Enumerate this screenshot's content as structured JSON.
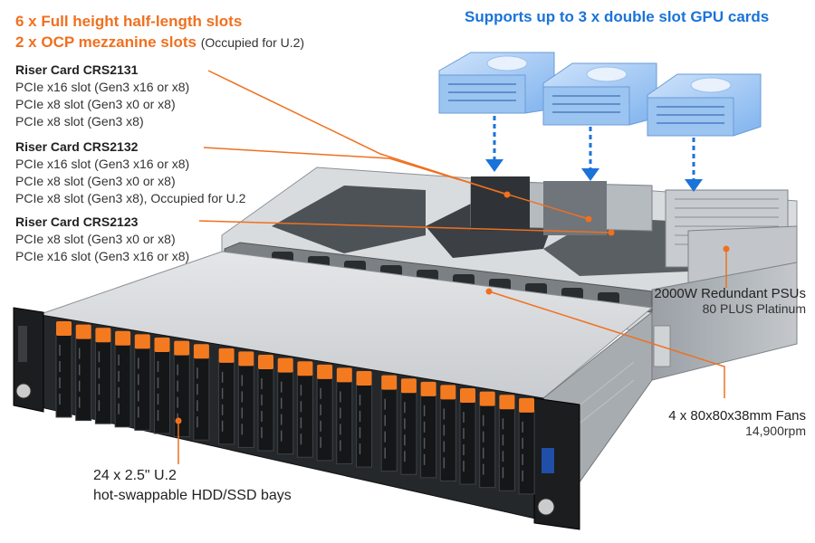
{
  "header": {
    "slots_line": "6 x Full height half-length slots",
    "ocp_line": "2 x OCP mezzanine slots",
    "ocp_note": "(Occupied for U.2)",
    "gpu_line": "Supports up to 3 x double slot GPU cards"
  },
  "risers": [
    {
      "name": "Riser Card CRS2131",
      "lines": [
        "PCIe x16 slot (Gen3 x16 or x8)",
        "PCIe x8 slot (Gen3 x0 or x8)",
        "PCIe x8 slot (Gen3 x8)"
      ]
    },
    {
      "name": "Riser Card CRS2132",
      "lines": [
        "PCIe x16 slot (Gen3 x16 or x8)",
        "PCIe x8 slot (Gen3 x0 or x8)",
        "PCIe x8 slot (Gen3 x8), Occupied for U.2"
      ]
    },
    {
      "name": "Riser Card CRS2123",
      "lines": [
        "PCIe x8 slot (Gen3 x0 or x8)",
        "PCIe x16 slot (Gen3 x16 or x8)"
      ]
    }
  ],
  "psu": {
    "title": "2000W Redundant PSUs",
    "sub": "80 PLUS Platinum"
  },
  "fans": {
    "title": "4 x 80x80x38mm Fans",
    "sub": "14,900rpm"
  },
  "bays": {
    "line1": "24 x 2.5\" U.2",
    "line2": "hot-swappable HDD/SSD bays"
  },
  "colors": {
    "accent": "#f0701f",
    "gpu_blue": "#1a73d9",
    "bay_orange": "#f47a20"
  }
}
